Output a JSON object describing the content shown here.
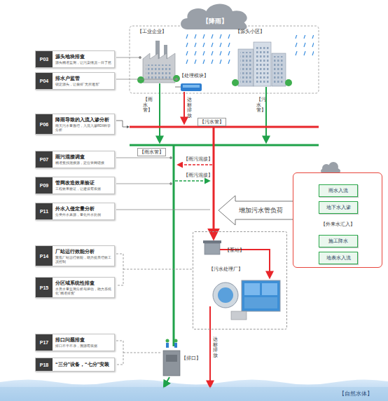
{
  "diagram": {
    "nodes": [
      {
        "text": [
          "【降雨】"
        ]
      },
      {
        "text": [
          "【工业企业】"
        ]
      },
      {
        "text": [
          "【处理模块】"
        ]
      },
      {
        "text": [
          "【源头小区】"
        ]
      },
      {
        "text": [
          "P03",
          "源头地块排查",
          "源头精准监测，让污染情况一目了然"
        ]
      },
      {
        "text": [
          "P04",
          "排水户监管",
          "锁定源头，让偷排“无所遁形”"
        ]
      },
      {
        "text": [
          "P06",
          "降雨导致的入流入渗分析",
          "雨天污水量激增，入流入渗RDII科学分析"
        ]
      },
      {
        "text": [
          "P07",
          "雨污混接调查",
          "精准查找混接源，定位管网错接"
        ]
      },
      {
        "text": [
          "P09",
          "管网改造效果验证",
          "工程效果验证，让建设有依据"
        ]
      },
      {
        "text": [
          "P11",
          "外水入侵定量分析",
          "分类外水来源，量化外水比例"
        ]
      },
      {
        "text": [
          "【外来水汇入】"
        ]
      },
      {
        "text": [
          "雨水入流"
        ],
        "in": 10
      },
      {
        "text": [
          "地下水入渗"
        ],
        "in": 10
      },
      {
        "text": [
          "施工降水"
        ],
        "in": 10
      },
      {
        "text": [
          "地表水入流"
        ],
        "in": 10
      },
      {
        "text": [
          "P14",
          "厂站运行效能分析",
          "聚焦厂站运行效能，助力提质增效工况控制"
        ]
      },
      {
        "text": [
          "【污水处理厂】"
        ]
      },
      {
        "text": [
          "【泵站】"
        ],
        "in": 16
      },
      {
        "text": [
          "P15",
          "分区域系统性排查",
          "水质水量监测分析与评估，助力系统化“精准排查”"
        ]
      },
      {
        "text": [
          "P17",
          "排口问题排查",
          "排口不干不净，溯源有依据"
        ]
      },
      {
        "text": [
          "【排口】"
        ]
      },
      {
        "text": [
          "P18",
          "“三分”设备，“七分”安装"
        ]
      },
      {
        "text": [
          "【自然水体】"
        ]
      }
    ],
    "edges": [
      {
        "from": 16,
        "to": 22,
        "label": "达标排放",
        "arrow": "to"
      },
      {
        "from": 20,
        "to": 22,
        "arrow": "to"
      }
    ],
    "labels": [
      "【雨水管】",
      "达标排放",
      "【污水管】",
      "【污水管】",
      "【雨水管】",
      "【雨污混接】",
      "【雨污混接】",
      "增加污水管负荷"
    ]
  }
}
